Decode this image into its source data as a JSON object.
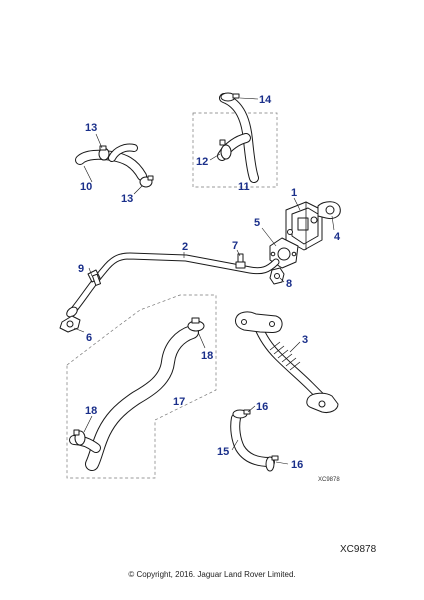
{
  "diagram": {
    "small_ref": "XC9878",
    "footer_ref": "XC9878",
    "copyright": "© Copyright, 2016. Jaguar Land Rover Limited.",
    "callouts": {
      "c1": "1",
      "c2": "2",
      "c3": "3",
      "c4": "4",
      "c5": "5",
      "c6": "6",
      "c7": "7",
      "c8": "8",
      "c9": "9",
      "c10": "10",
      "c11": "11",
      "c12": "12",
      "c13a": "13",
      "c13b": "13",
      "c14": "14",
      "c15": "15",
      "c16a": "16",
      "c16b": "16",
      "c17": "17",
      "c18a": "18",
      "c18b": "18"
    },
    "colors": {
      "callout": "#1a2f8a",
      "line": "#1a1a1a"
    }
  }
}
